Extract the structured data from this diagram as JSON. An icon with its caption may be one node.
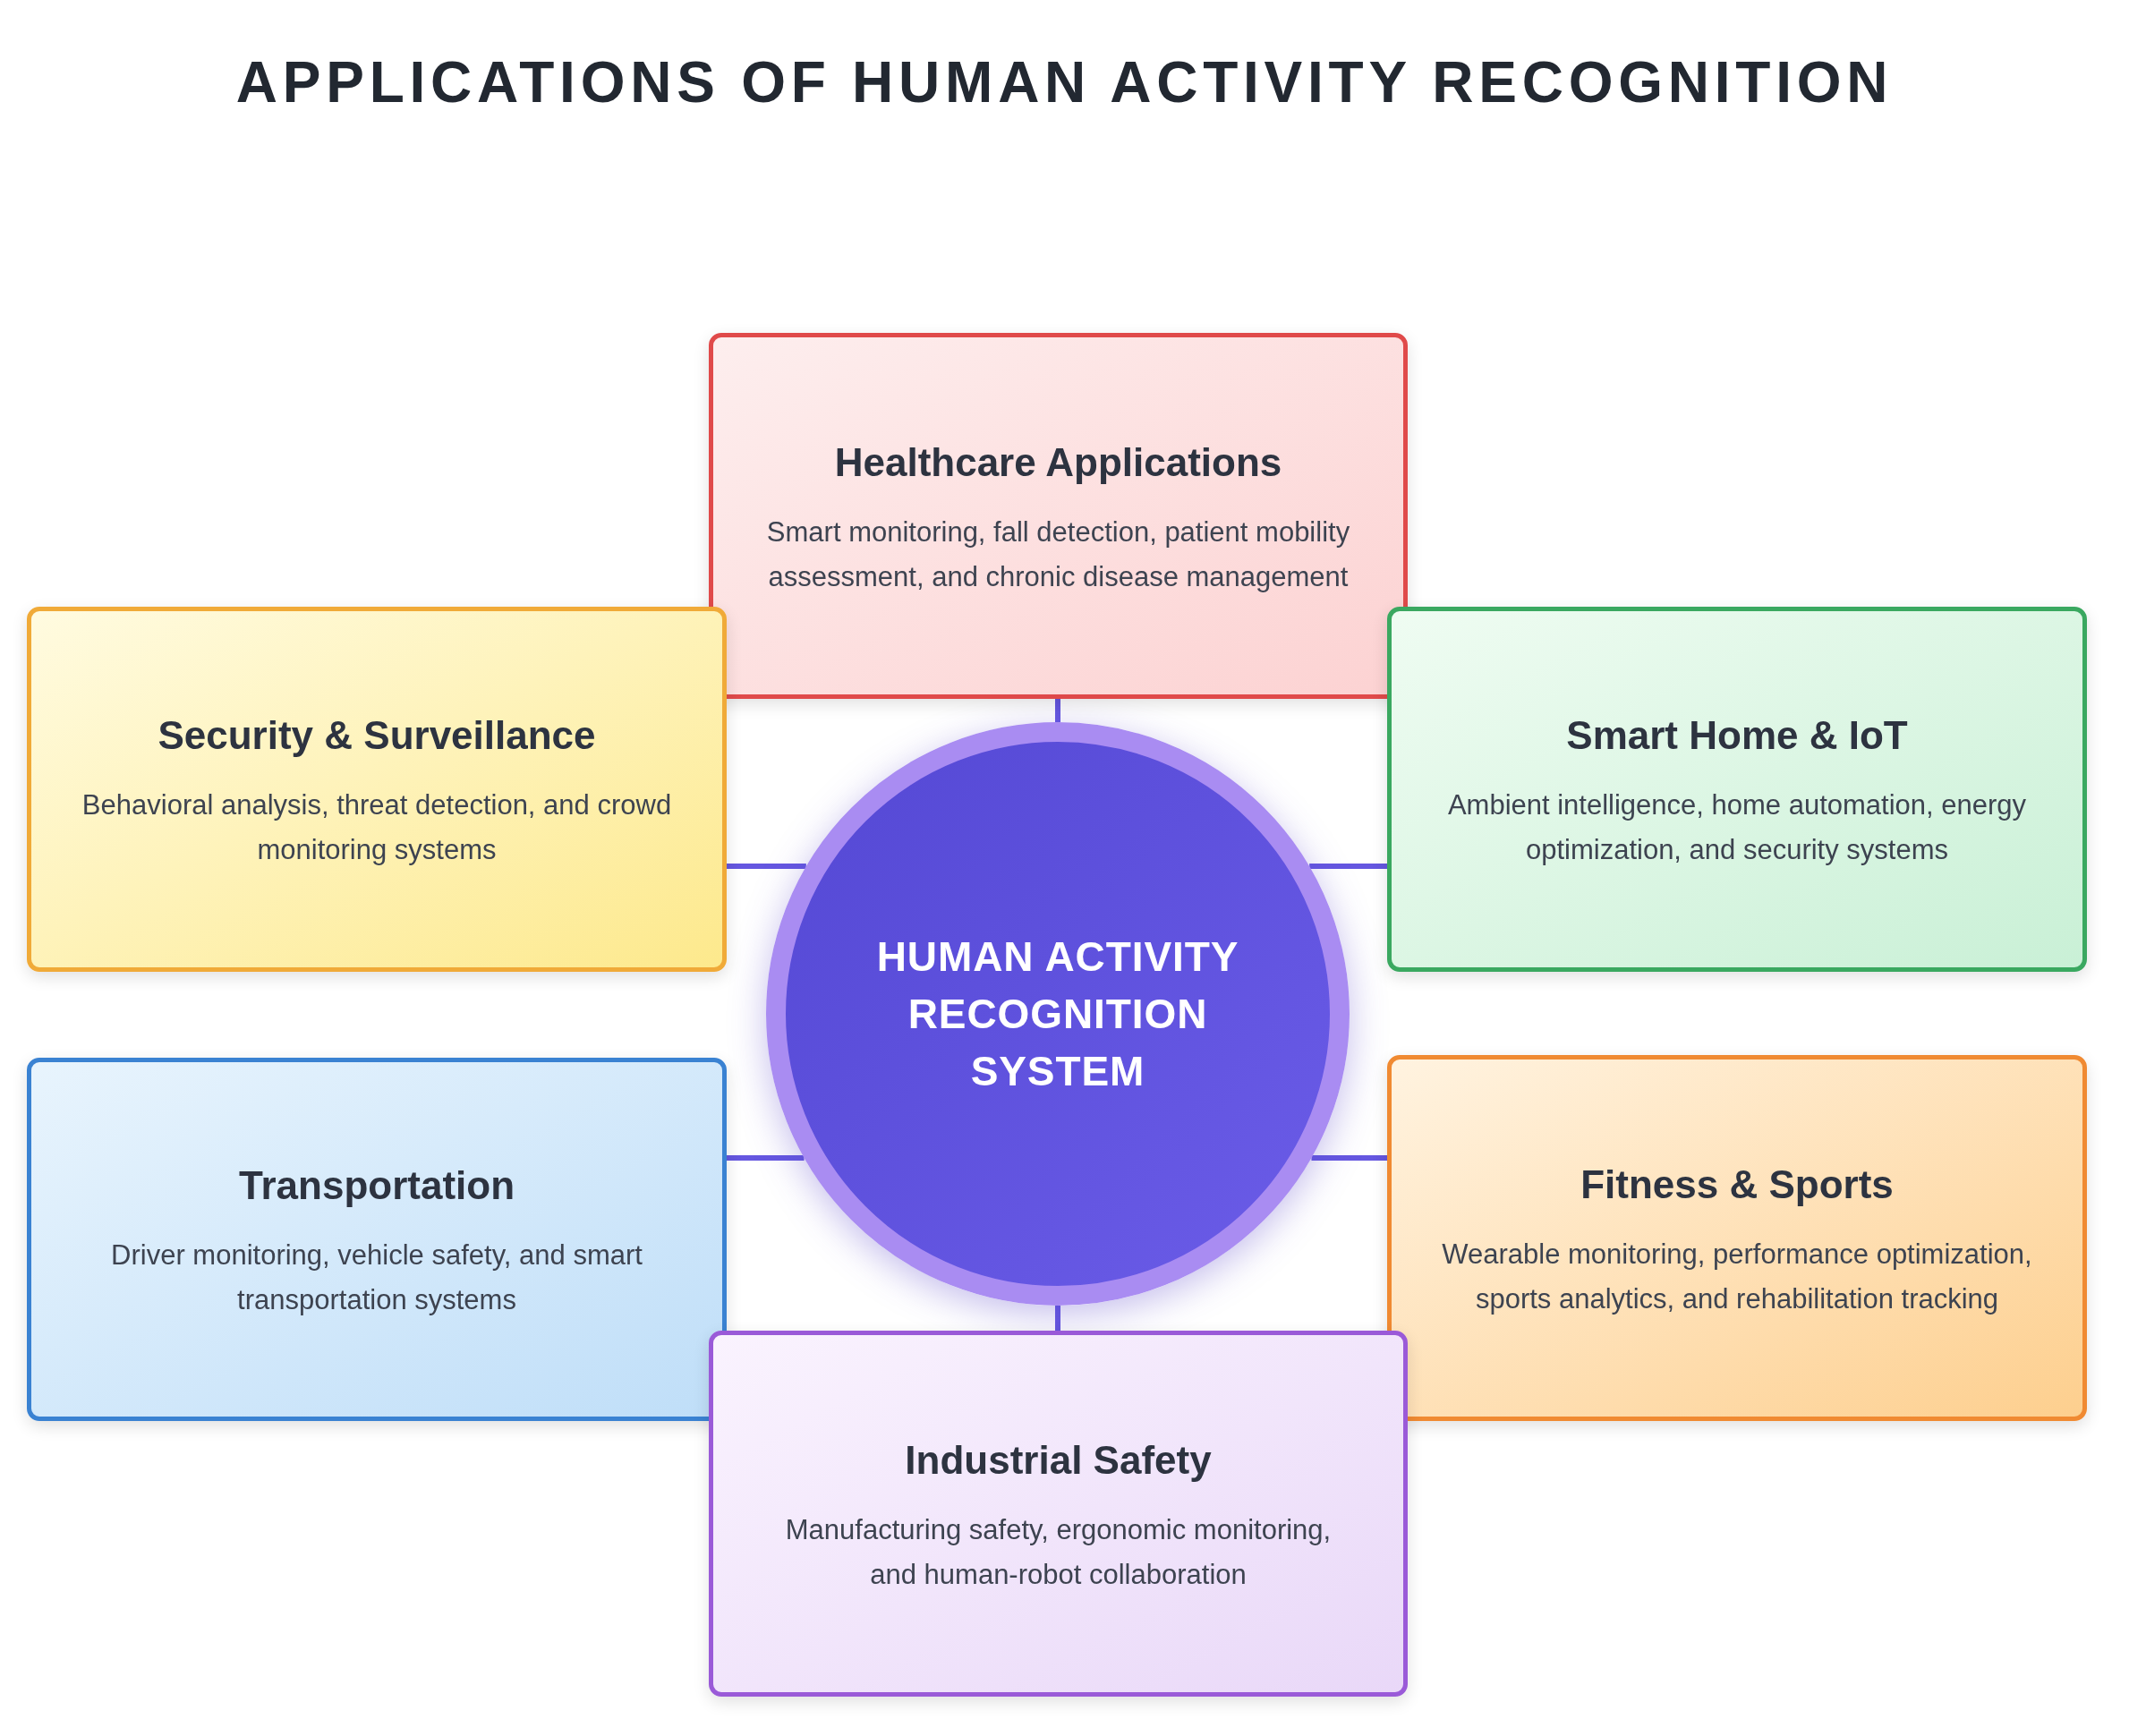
{
  "diagram": {
    "title": "APPLICATIONS OF HUMAN ACTIVITY RECOGNITION",
    "nodes": [
      {
        "text": [
          "Healthcare Applications",
          "Smart monitoring, fall detection, patient mobility assessment, and chronic disease management"
        ]
      },
      {
        "text": [
          "Security & Surveillance",
          "Behavioral analysis, threat detection, and crowd monitoring systems"
        ]
      },
      {
        "text": [
          "Smart Home & IoT",
          "Ambient intelligence, home automation, energy optimization, and security systems"
        ]
      },
      {
        "text": [
          "HUMAN ACTIVITY RECOGNITION SYSTEM"
        ]
      },
      {
        "text": [
          "Transportation",
          "Driver monitoring, vehicle safety, and smart transportation systems"
        ]
      },
      {
        "text": [
          "Fitness & Sports",
          "Wearable monitoring, performance optimization, sports analytics, and rehabilitation tracking"
        ]
      },
      {
        "text": [
          "Industrial Safety",
          "Manufacturing safety, ergonomic monitoring, and human-robot collaboration"
        ]
      }
    ],
    "edges": [
      {
        "from": 3,
        "to": 0,
        "arrow": "none"
      },
      {
        "from": 3,
        "to": 1,
        "arrow": "none"
      },
      {
        "from": 3,
        "to": 2,
        "arrow": "none"
      },
      {
        "from": 3,
        "to": 4,
        "arrow": "none"
      },
      {
        "from": 3,
        "to": 5,
        "arrow": "none"
      },
      {
        "from": 3,
        "to": 6,
        "arrow": "none"
      }
    ]
  }
}
